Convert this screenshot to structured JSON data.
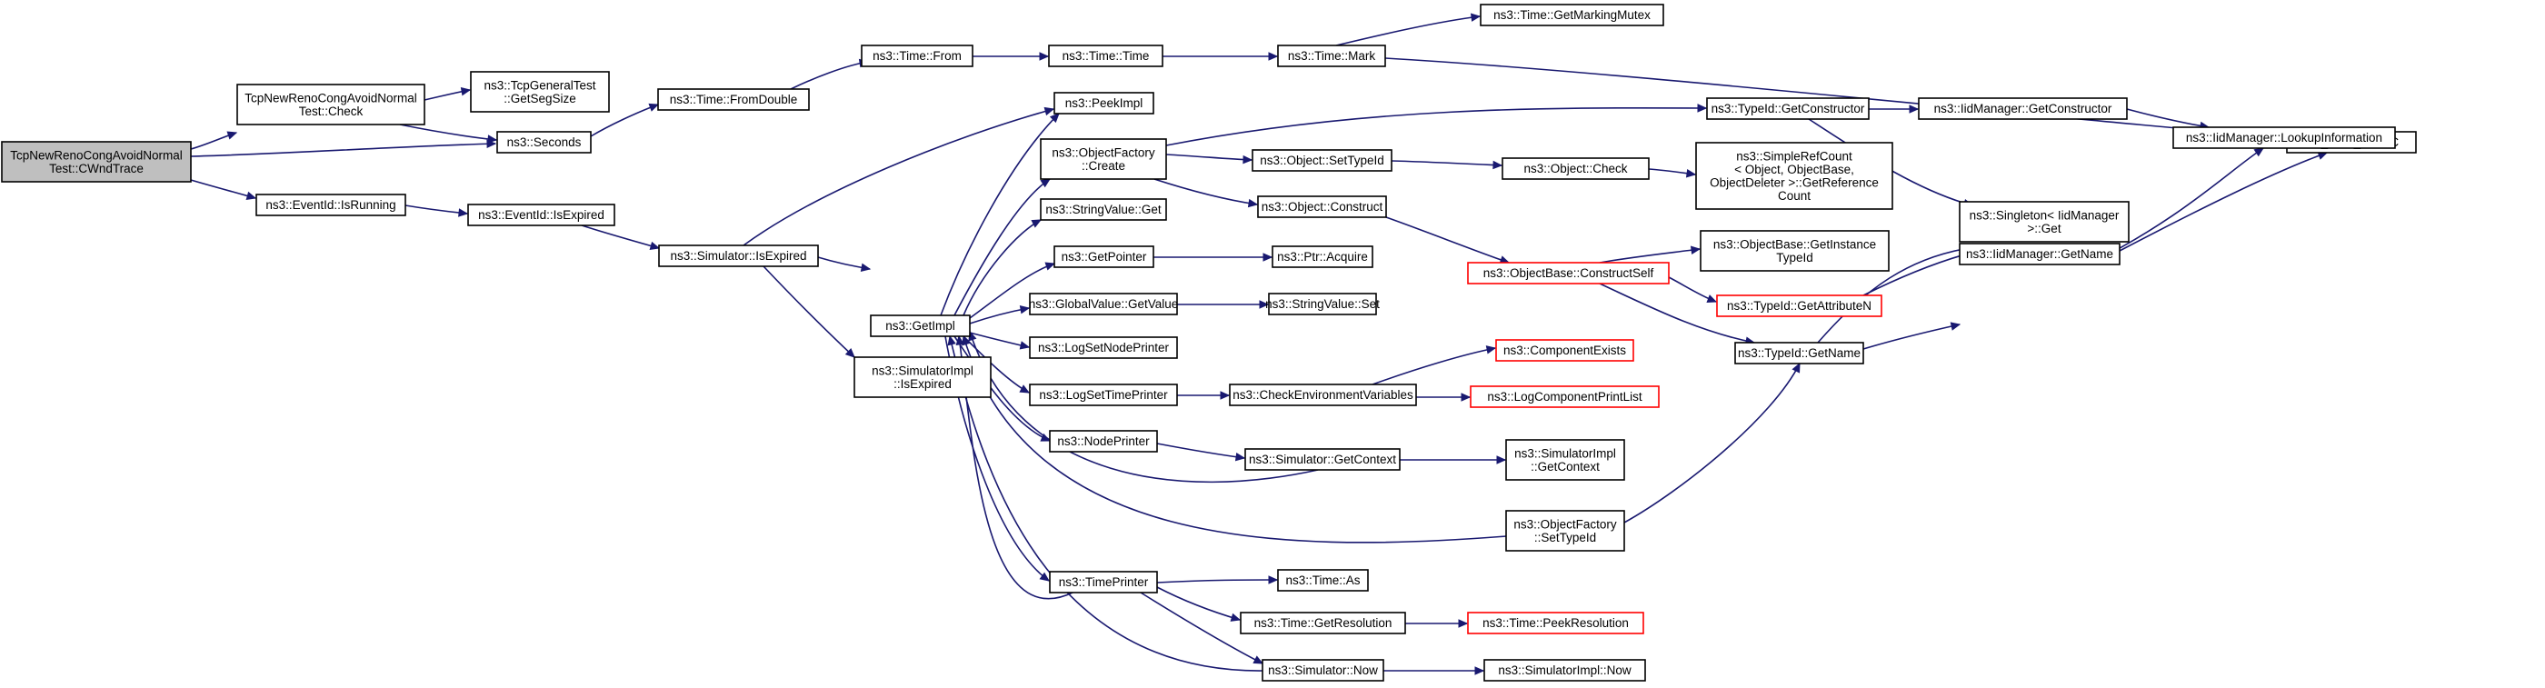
{
  "diagram": {
    "type": "doxygen-call-graph",
    "root": "cwnd",
    "colors": {
      "edge": "#191970",
      "node_border": "#000000",
      "truncated_border": "#ff0000",
      "root_fill": "#bfbfbf"
    },
    "nodes": [
      {
        "id": "cwnd",
        "lines": [
          "TcpNewRenoCongAvoidNormal",
          "Test::CWndTrace"
        ],
        "style": "root"
      },
      {
        "id": "check",
        "lines": [
          "TcpNewRenoCongAvoidNormal",
          "Test::Check"
        ]
      },
      {
        "id": "segsize",
        "lines": [
          "ns3::TcpGeneralTest",
          "::GetSegSize"
        ]
      },
      {
        "id": "seconds",
        "lines": [
          "ns3::Seconds"
        ]
      },
      {
        "id": "isrunning",
        "lines": [
          "ns3::EventId::IsRunning"
        ]
      },
      {
        "id": "isexpired",
        "lines": [
          "ns3::EventId::IsExpired"
        ]
      },
      {
        "id": "fromdouble",
        "lines": [
          "ns3::Time::FromDouble"
        ]
      },
      {
        "id": "from",
        "lines": [
          "ns3::Time::From"
        ]
      },
      {
        "id": "time",
        "lines": [
          "ns3::Time::Time"
        ]
      },
      {
        "id": "mark",
        "lines": [
          "ns3::Time::Mark"
        ]
      },
      {
        "id": "mutex",
        "lines": [
          "ns3::Time::GetMarkingMutex"
        ]
      },
      {
        "id": "nslog",
        "lines": [
          "NS_LOG_LOGIC"
        ]
      },
      {
        "id": "simexp",
        "lines": [
          "ns3::Simulator::IsExpired"
        ]
      },
      {
        "id": "getimpl",
        "lines": [
          "ns3::GetImpl"
        ]
      },
      {
        "id": "simimplexp",
        "lines": [
          "ns3::SimulatorImpl",
          "::IsExpired"
        ]
      },
      {
        "id": "peekimpl",
        "lines": [
          "ns3::PeekImpl"
        ]
      },
      {
        "id": "ofcreate",
        "lines": [
          "ns3::ObjectFactory",
          "::Create"
        ]
      },
      {
        "id": "svget",
        "lines": [
          "ns3::StringValue::Get"
        ]
      },
      {
        "id": "getptr",
        "lines": [
          "ns3::GetPointer"
        ]
      },
      {
        "id": "gvget",
        "lines": [
          "ns3::GlobalValue::GetValue"
        ]
      },
      {
        "id": "lognode",
        "lines": [
          "ns3::LogSetNodePrinter"
        ]
      },
      {
        "id": "logtime",
        "lines": [
          "ns3::LogSetTimePrinter"
        ]
      },
      {
        "id": "nodeprinter",
        "lines": [
          "ns3::NodePrinter"
        ]
      },
      {
        "id": "timeprinter",
        "lines": [
          "ns3::TimePrinter"
        ]
      },
      {
        "id": "settypeid",
        "lines": [
          "ns3::Object::SetTypeId"
        ]
      },
      {
        "id": "construct",
        "lines": [
          "ns3::Object::Construct"
        ]
      },
      {
        "id": "ptracquire",
        "lines": [
          "ns3::Ptr::Acquire"
        ]
      },
      {
        "id": "svset",
        "lines": [
          "ns3::StringValue::Set"
        ]
      },
      {
        "id": "checkenv",
        "lines": [
          "ns3::CheckEnvironmentVariables"
        ]
      },
      {
        "id": "simctx",
        "lines": [
          "ns3::Simulator::GetContext"
        ]
      },
      {
        "id": "timeas",
        "lines": [
          "ns3::Time::As"
        ]
      },
      {
        "id": "getres",
        "lines": [
          "ns3::Time::GetResolution"
        ]
      },
      {
        "id": "simnow",
        "lines": [
          "ns3::Simulator::Now"
        ]
      },
      {
        "id": "getctor",
        "lines": [
          "ns3::TypeId::GetConstructor"
        ]
      },
      {
        "id": "objcheck",
        "lines": [
          "ns3::Object::Check"
        ]
      },
      {
        "id": "cself",
        "lines": [
          "ns3::ObjectBase::ConstructSelf"
        ],
        "style": "truncated"
      },
      {
        "id": "compexists",
        "lines": [
          "ns3::ComponentExists"
        ],
        "style": "truncated"
      },
      {
        "id": "logcomp",
        "lines": [
          "ns3::LogComponentPrintList"
        ],
        "style": "truncated"
      },
      {
        "id": "simimplctx",
        "lines": [
          "ns3::SimulatorImpl",
          "::GetContext"
        ]
      },
      {
        "id": "ofsettypeid",
        "lines": [
          "ns3::ObjectFactory",
          "::SetTypeId"
        ]
      },
      {
        "id": "peekres",
        "lines": [
          "ns3::Time::PeekResolution"
        ],
        "style": "truncated"
      },
      {
        "id": "simimplnow",
        "lines": [
          "ns3::SimulatorImpl::Now"
        ]
      },
      {
        "id": "iidgetctor",
        "lines": [
          "ns3::IidManager::GetConstructor"
        ]
      },
      {
        "id": "srcount",
        "lines": [
          "ns3::SimpleRefCount",
          "< Object, ObjectBase,",
          "ObjectDeleter >::GetReference",
          "Count"
        ]
      },
      {
        "id": "getinst",
        "lines": [
          "ns3::ObjectBase::GetInstance",
          "TypeId"
        ]
      },
      {
        "id": "getattr",
        "lines": [
          "ns3::TypeId::GetAttributeN"
        ],
        "style": "truncated"
      },
      {
        "id": "tidname",
        "lines": [
          "ns3::TypeId::GetName"
        ]
      },
      {
        "id": "lookup",
        "lines": [
          "ns3::IidManager::LookupInformation"
        ]
      },
      {
        "id": "singleton",
        "lines": [
          "ns3::Singleton< IidManager",
          ">::Get"
        ]
      },
      {
        "id": "iidname",
        "lines": [
          "ns3::IidManager::GetName"
        ]
      }
    ]
  }
}
